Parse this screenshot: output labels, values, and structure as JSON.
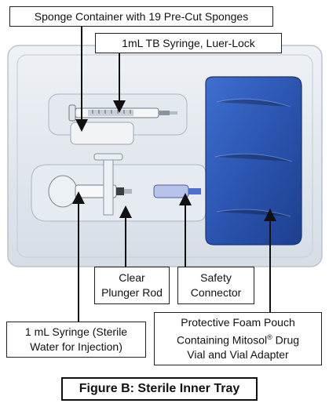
{
  "labels": {
    "sponge_container": "Sponge Container with 19 Pre-Cut Sponges",
    "tb_syringe": "1mL TB Syringe, Luer-Lock",
    "plunger_rod": [
      "Clear",
      "Plunger Rod"
    ],
    "safety_connector": [
      "Safety",
      "Connector"
    ],
    "water_syringe": [
      "1 mL Syringe (Sterile",
      "Water for Injection)"
    ],
    "foam_pouch": {
      "line1": "Protective Foam Pouch",
      "line2_prefix": "Containing Mitosol",
      "line2_mark": "®",
      "line2_suffix": " Drug",
      "line3": "Vial and Vial Adapter"
    }
  },
  "caption": "Figure B: Sterile Inner Tray",
  "colors": {
    "tray_outer": "#e6ebf0",
    "tray_inner": "#d9e0e7",
    "foam_pouch": "#2f5bb5",
    "arrow": "#111111"
  }
}
